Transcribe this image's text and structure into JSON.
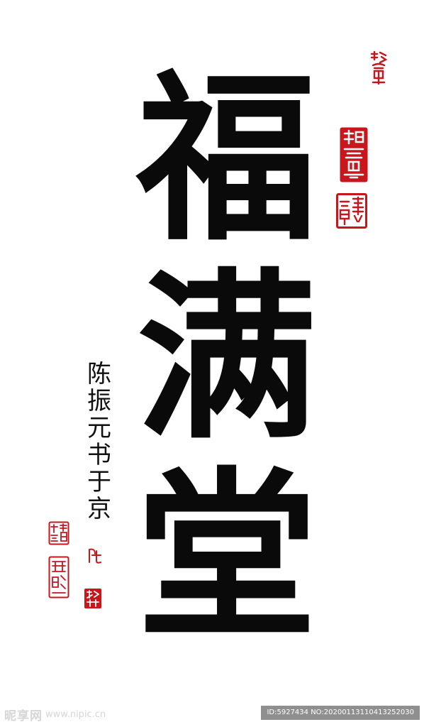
{
  "artwork": {
    "main_characters": [
      "福",
      "满",
      "堂"
    ],
    "inscription": [
      "陈",
      "振",
      "元",
      "书",
      "于",
      "京"
    ]
  },
  "seals": {
    "color": "#c8161d"
  },
  "watermark": {
    "logo_cn": "昵享网",
    "logo_url": "www.nipic.cn",
    "id_text": "ID:5927434 NO:20200113110413252030",
    "color": "#d6d6d6",
    "badge_color": "#8f8f8f"
  }
}
